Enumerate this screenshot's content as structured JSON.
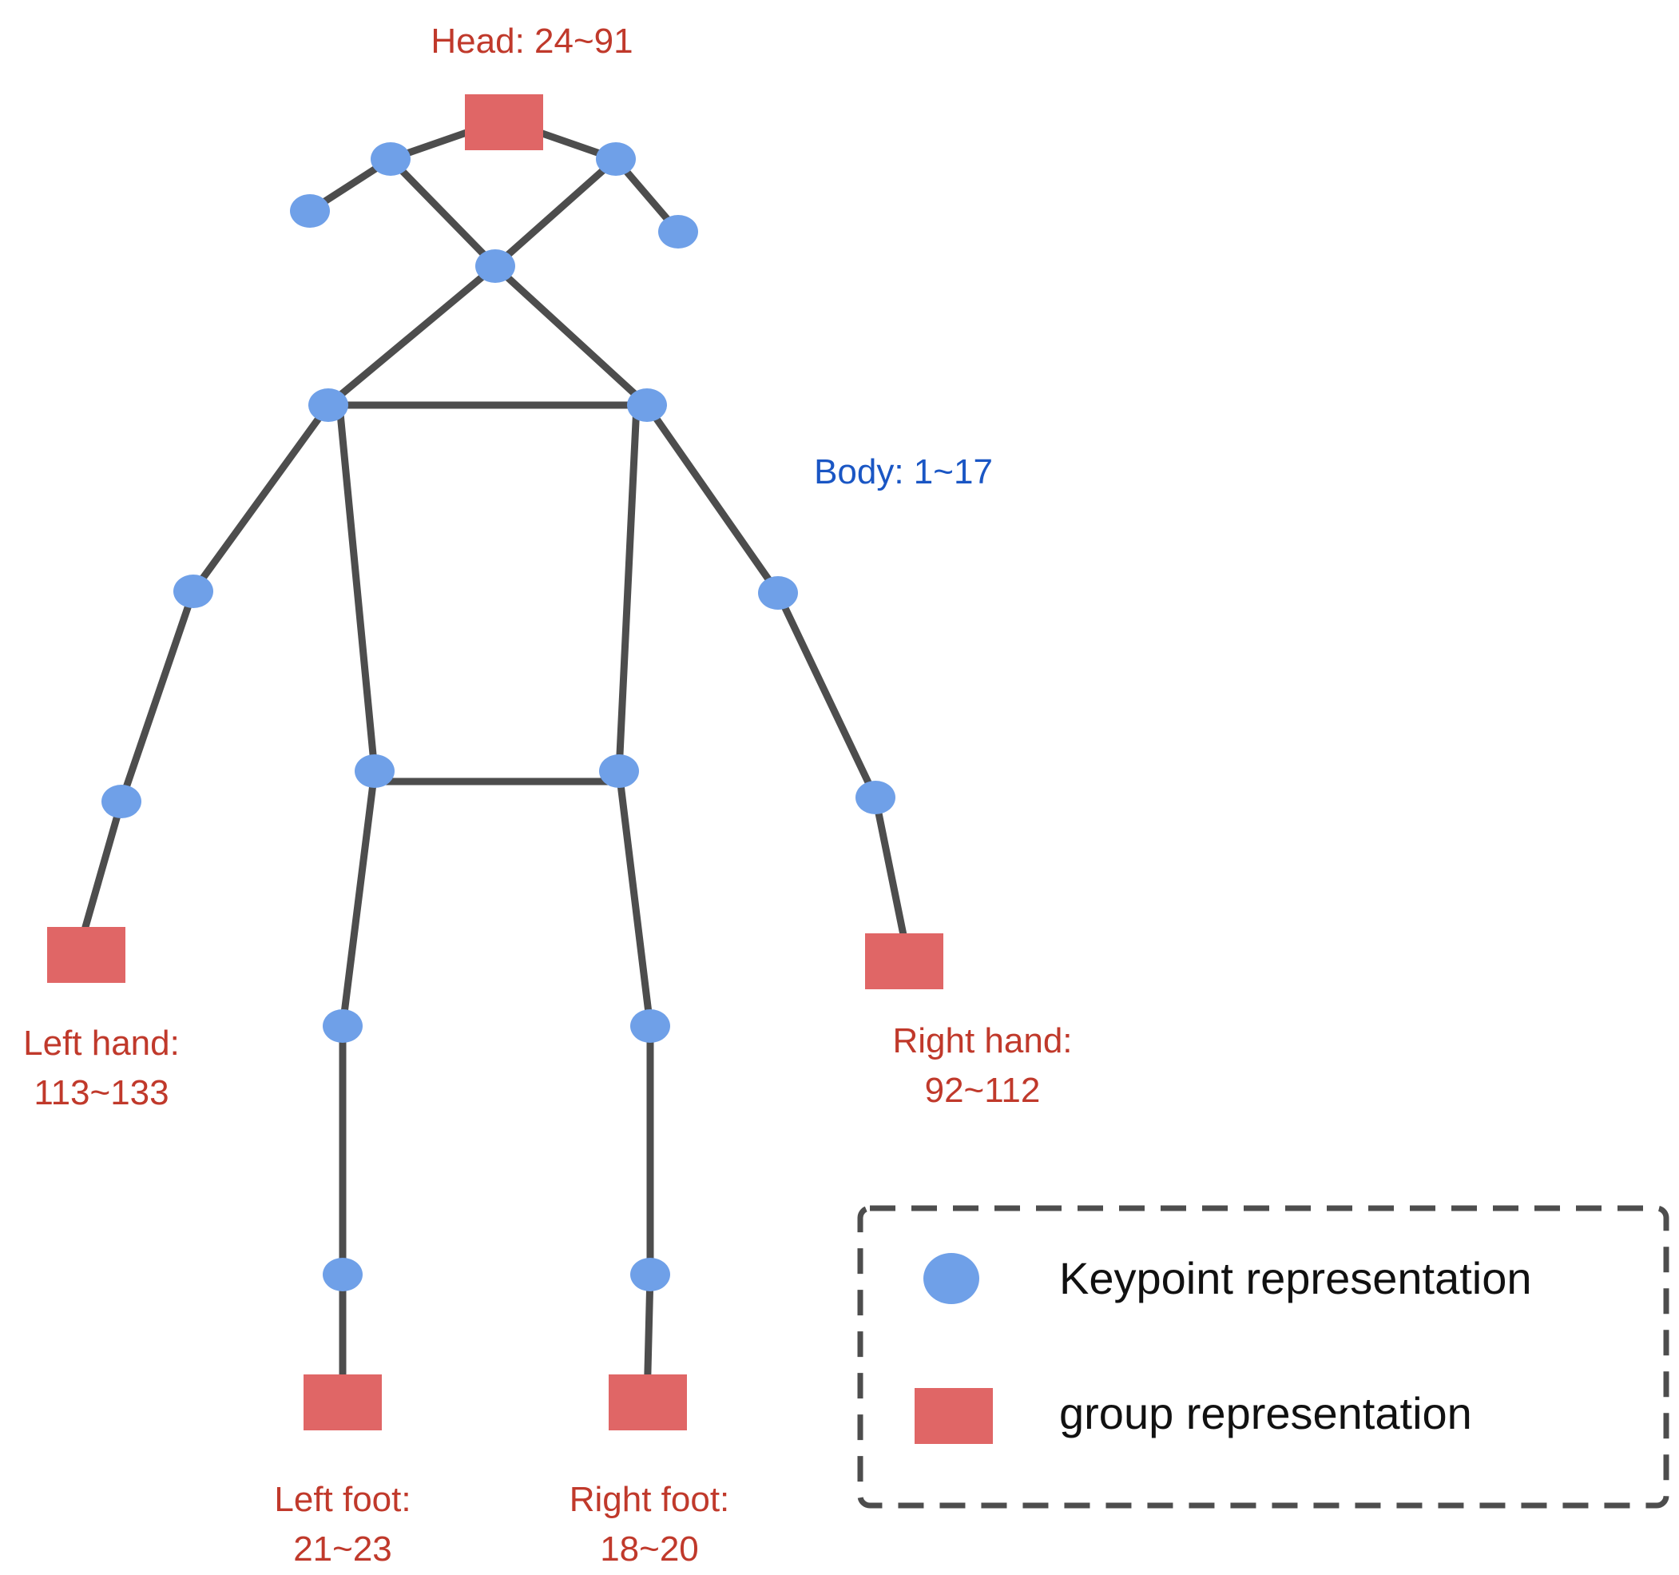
{
  "colors": {
    "keypoint": "#6fa0e8",
    "group": "#e06666",
    "bone": "#4d4d4d",
    "group_label": "#c0392b",
    "body_label": "#1a56c4",
    "legend_border": "#4d4d4d"
  },
  "labels": {
    "head": "Head: 24~91",
    "body": "Body: 1~17",
    "left_hand_line1": "Left hand:",
    "left_hand_line2": "113~133",
    "right_hand_line1": "Right hand:",
    "right_hand_line2": "92~112",
    "left_foot_line1": "Left foot:",
    "left_foot_line2": "21~23",
    "right_foot_line1": "Right foot:",
    "right_foot_line2": "18~20"
  },
  "legend": {
    "keypoint_label": "Keypoint representation",
    "group_label": "group representation"
  }
}
